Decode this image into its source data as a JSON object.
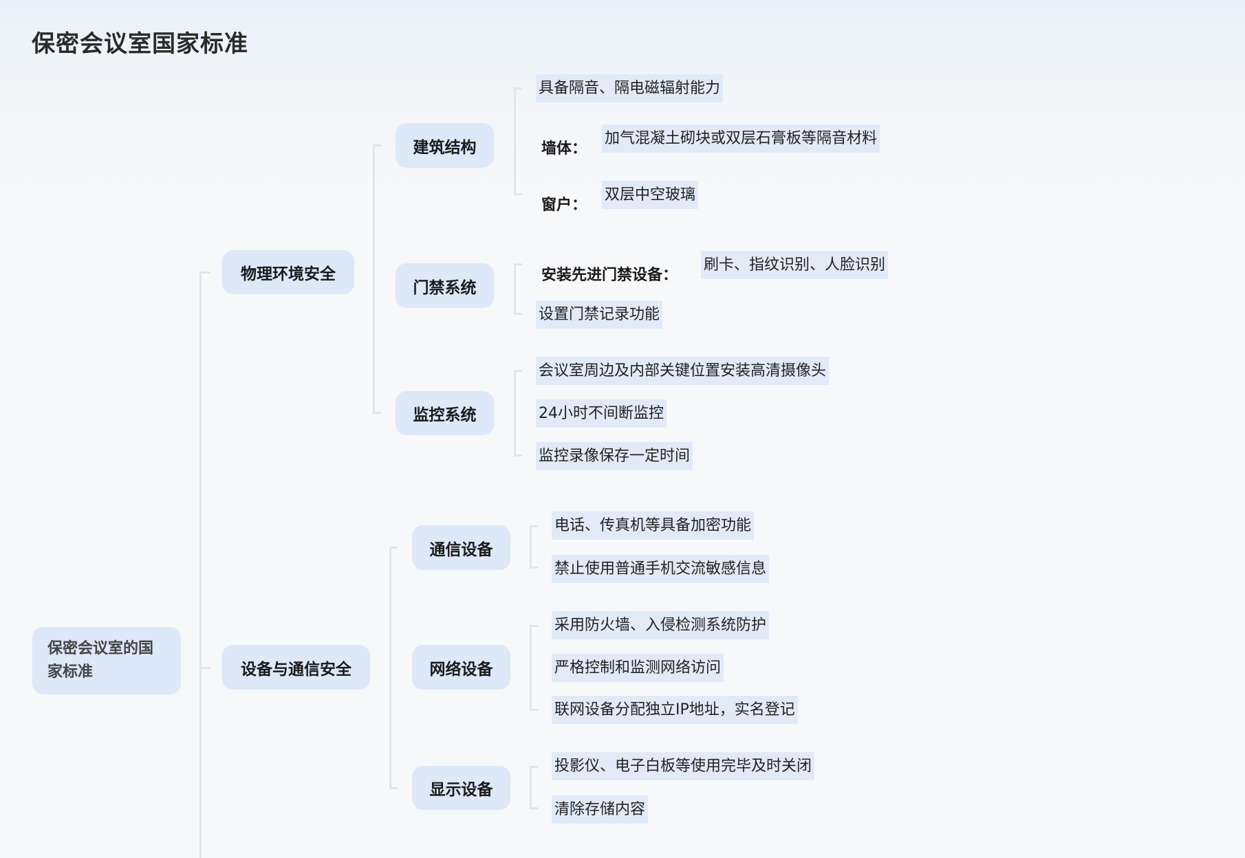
{
  "title": "保密会议室国家标准",
  "root": "保密会议室的国家标准",
  "branches": [
    {
      "label": "物理环境安全",
      "children": [
        {
          "label": "建筑结构",
          "leaves": [
            "具备隔音、隔电磁辐射能力"
          ],
          "pairs": [
            {
              "key": "墙体：",
              "value": "加气混凝土砌块或双层石膏板等隔音材料"
            },
            {
              "key": "窗户：",
              "value": "双层中空玻璃"
            }
          ]
        },
        {
          "label": "门禁系统",
          "pairs": [
            {
              "key": "安装先进门禁设备：",
              "value": "刷卡、指纹识别、人脸识别"
            }
          ],
          "leaves": [
            "设置门禁记录功能"
          ]
        },
        {
          "label": "监控系统",
          "leaves": [
            "会议室周边及内部关键位置安装高清摄像头",
            "24小时不间断监控",
            "监控录像保存一定时间"
          ]
        }
      ]
    },
    {
      "label": "设备与通信安全",
      "children": [
        {
          "label": "通信设备",
          "leaves": [
            "电话、传真机等具备加密功能",
            "禁止使用普通手机交流敏感信息"
          ]
        },
        {
          "label": "网络设备",
          "leaves": [
            "采用防火墙、入侵检测系统防护",
            "严格控制和监测网络访问",
            "联网设备分配独立IP地址，实名登记"
          ]
        },
        {
          "label": "显示设备",
          "leaves": [
            "投影仪、电子白板等使用完毕及时关闭",
            "清除存储内容"
          ]
        }
      ]
    }
  ]
}
